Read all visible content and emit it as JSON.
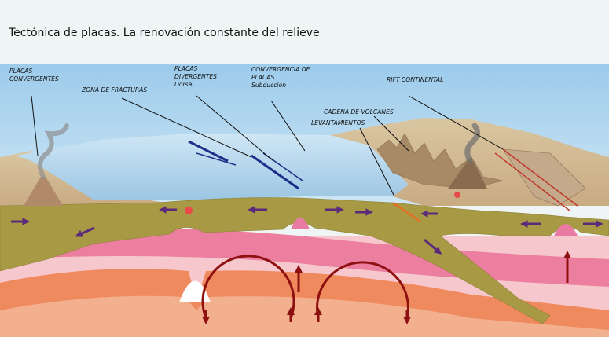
{
  "title": "Tectónica de placas. La renovación constante del relieve",
  "labels": {
    "convergentes_1": "PLACAS",
    "convergentes_2": "CONVERGENTES",
    "fracturas": "ZONA DE FRACTURAS",
    "divergentes_1": "PLACAS",
    "divergentes_2": "DIVERGENTES",
    "divergentes_3": "Dorsal",
    "convergencia_1": "CONVERGENCIA DE",
    "convergencia_2": "PLACAS",
    "convergencia_3": "Subducción",
    "volcanes": "CADENA DE VOLCANES",
    "levantamientos": "LEVANTAMIENTOS",
    "rift": "RIFT CONTINENTAL"
  },
  "colors": {
    "lithosphere": "#a89a45",
    "asthenosphere": "#ec7ea0",
    "mantle_light": "#f6c7cc",
    "mantle_orange": "#ef8a5e",
    "convection": "#8e1010",
    "plate_arrow": "#5b2a7a",
    "ocean": "#b9d8ee",
    "sky": "#a9d3ef"
  }
}
